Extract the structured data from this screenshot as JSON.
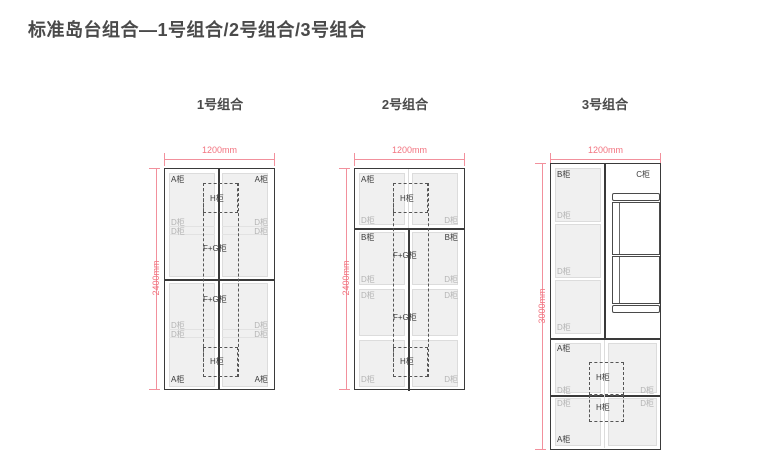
{
  "page": {
    "title": "标准岛台组合—1号组合/2号组合/3号组合"
  },
  "headings": {
    "combo1": "1号组合",
    "combo2": "2号组合",
    "combo3": "3号组合"
  },
  "colors": {
    "dimension": "#f2737f",
    "outline": "#3a3a3a",
    "panel_fill": "#f0f0f0",
    "label_grey": "#b4b4b4"
  },
  "dimensions": {
    "combo1_width": "1200mm",
    "combo1_height": "2400mm",
    "combo2_width": "1200mm",
    "combo2_height": "2400mm",
    "combo3_width": "1200mm",
    "combo3_height": "3000mm"
  },
  "combo1": {
    "labels": {
      "a_top_left": "A柜",
      "a_top_right": "A柜",
      "h_top": "H柜",
      "d_1_left": "D柜",
      "d_1_right": "D柜",
      "d_2_left": "D柜",
      "d_2_right": "D柜",
      "fg_upper": "F+G柜",
      "fg_lower": "F+G柜",
      "d_3_left": "D柜",
      "d_3_right": "D柜",
      "d_4_left": "D柜",
      "d_4_right": "D柜",
      "h_bottom": "H柜",
      "a_bot_left": "A柜",
      "a_bot_right": "A柜"
    }
  },
  "combo2": {
    "labels": {
      "a_top": "A柜",
      "h_top": "H柜",
      "d_1_left": "D柜",
      "d_1_right": "D柜",
      "b_left": "B柜",
      "b_right": "B柜",
      "fg_upper": "F+G柜",
      "d_2_left": "D柜",
      "d_2_right": "D柜",
      "d_3_left": "D柜",
      "d_3_right": "D柜",
      "fg_lower": "F+G柜",
      "h_bottom": "H柜",
      "d_4_left": "D柜",
      "d_4_right": "D柜"
    }
  },
  "combo3": {
    "labels": {
      "b_top": "B柜",
      "c_top": "C柜",
      "d_1": "D柜",
      "d_2": "D柜",
      "d_3": "D柜",
      "a_upper": "A柜",
      "h_upper": "H柜",
      "d_4_left": "D柜",
      "d_4_right": "D柜",
      "d_5_left": "D柜",
      "d_5_right": "D柜",
      "h_lower": "H柜",
      "a_lower": "A柜"
    },
    "appliance": "refrigerator"
  }
}
